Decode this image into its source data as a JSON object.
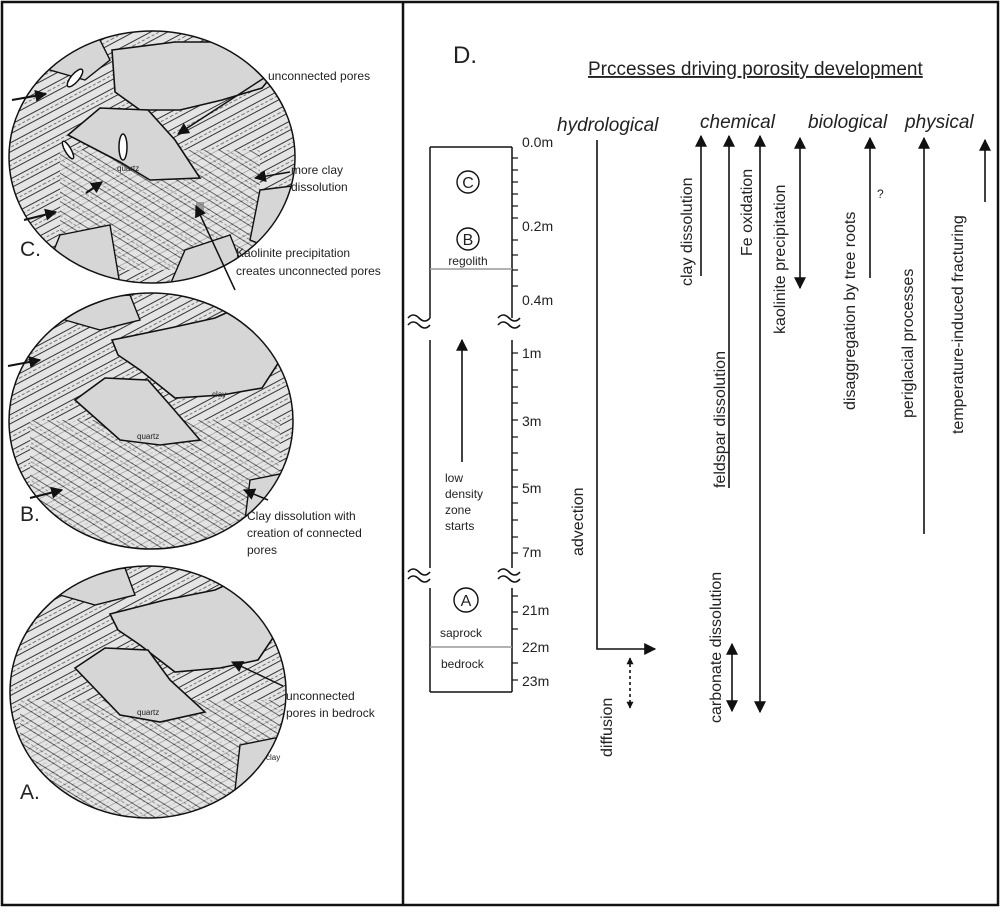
{
  "panel_d": {
    "label": "D.",
    "title": "Prccesses driving porosity development",
    "categories": {
      "hydrological": "hydrological",
      "chemical": "chemical",
      "biological": "biological",
      "physical": "physical"
    },
    "processes": {
      "advection": "advection",
      "diffusion": "diffusion",
      "clay_dissolution": "clay dissolution",
      "feldspar_dissolution": "feldspar dissolution",
      "fe_oxidation": "Fe oxidation",
      "kaolinite_precipitation": "kaolinite precipitation",
      "carbonate_dissolution": "carbonate dissolution",
      "tree_roots": "disaggregation by tree roots",
      "tree_roots_mark": "?",
      "periglacial": "periglacial processes",
      "fracturing": "temperature-induced  fracturing"
    },
    "depth_ticks": [
      "0.0m",
      "0.2m",
      "0.4m",
      "1m",
      "3m",
      "5m",
      "7m",
      "21m",
      "22m",
      "23m"
    ],
    "column": {
      "zone_c": "C",
      "zone_b": "B",
      "zone_a": "A",
      "regolith": "regolith",
      "low_density_line1": "low",
      "low_density_line2": "density",
      "low_density_line3": "zone",
      "low_density_line4": "starts",
      "saprock": "saprock",
      "bedrock": "bedrock"
    }
  },
  "panel_c": {
    "label": "C.",
    "unconnected_pores": "unconnected pores",
    "more_clay_line1": "more clay",
    "more_clay_line2": "dissolution",
    "kaolinite_line1": "Kaolinite precipitation",
    "kaolinite_line2": "creates unconnected pores",
    "quartz": "quartz"
  },
  "panel_b": {
    "label": "B.",
    "clay_dissolution_line1": "Clay dissolution with",
    "clay_dissolution_line2": "creation of connected",
    "clay_dissolution_line3": "pores",
    "quartz": "quartz",
    "clay": "clay"
  },
  "panel_a": {
    "label": "A.",
    "unconnected_line1": "unconnected",
    "unconnected_line2": "pores in bedrock",
    "quartz": "quartz",
    "clay": "clay"
  },
  "colors": {
    "grain": "#d6d6d6",
    "line": "#111111",
    "divider": "#999999"
  }
}
